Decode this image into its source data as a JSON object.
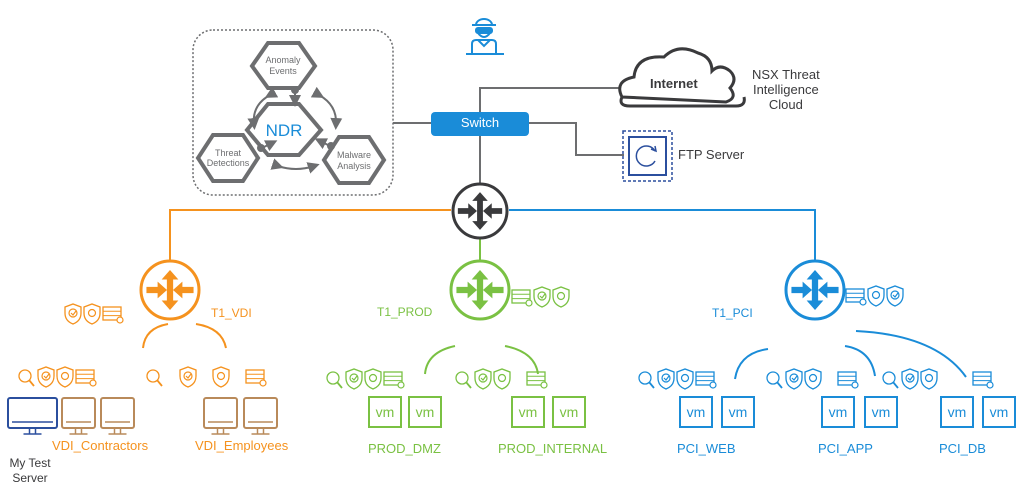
{
  "colors": {
    "gray": "#6d6e70",
    "dark": "#3a3a3c",
    "blue": "#1a8cd8",
    "orange": "#f5921e",
    "green": "#7ac143",
    "navy": "#2b4f9e",
    "brown": "#b98a5a"
  },
  "ndr": {
    "center": "NDR",
    "nodes": [
      {
        "line1": "Anomaly",
        "line2": "Events"
      },
      {
        "line1": "Threat",
        "line2": "Detections"
      },
      {
        "line1": "Malware",
        "line2": "Analysis"
      }
    ]
  },
  "attacker_icon": "hacker-icon",
  "switch": {
    "label": "Switch"
  },
  "internet": {
    "label": "Internet"
  },
  "threat_cloud": {
    "line1": "NSX Threat",
    "line2": "Intelligence",
    "line3": "Cloud"
  },
  "ftp": {
    "label": "FTP Server"
  },
  "t0_router": {
    "icon": "router-icon"
  },
  "tier1": [
    {
      "name": "T1_VDI",
      "color": "orange",
      "segments": [
        {
          "label": "VDI_Contractors"
        },
        {
          "label": "VDI_Employees"
        }
      ]
    },
    {
      "name": "T1_PROD",
      "color": "green",
      "segments": [
        {
          "label": "PROD_DMZ"
        },
        {
          "label": "PROD_INTERNAL"
        }
      ]
    },
    {
      "name": "T1_PCI",
      "color": "blue",
      "segments": [
        {
          "label": "PCI_WEB"
        },
        {
          "label": "PCI_APP"
        },
        {
          "label": "PCI_DB"
        }
      ]
    }
  ],
  "vm_label": "vm",
  "test_server": {
    "line1": "My Test",
    "line2": "Server"
  }
}
